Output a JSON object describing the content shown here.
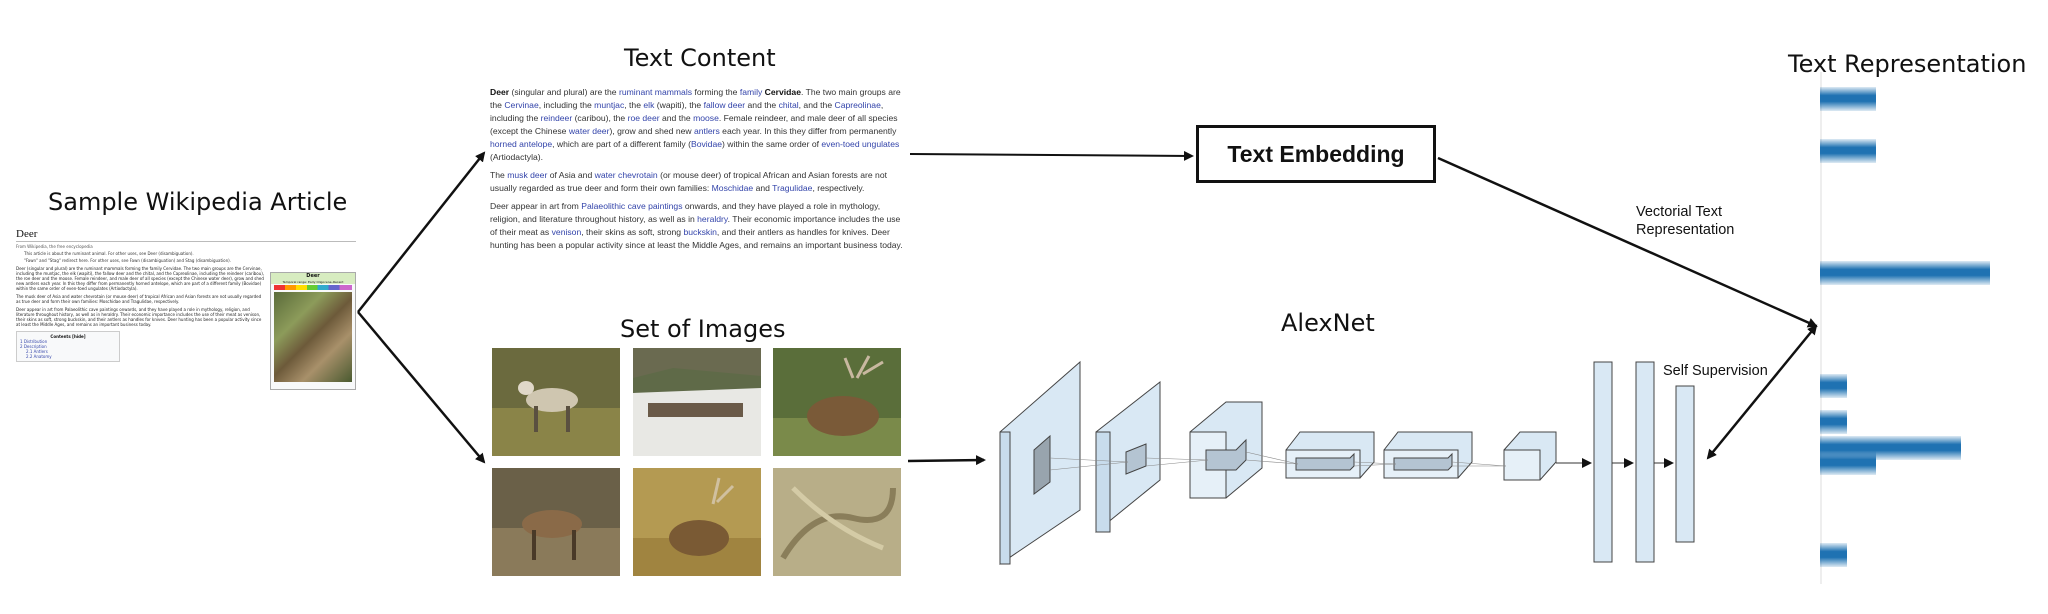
{
  "titles": {
    "sample_article": "Sample Wikipedia Article",
    "text_content": "Text Content",
    "set_of_images": "Set of Images",
    "alexnet": "AlexNet",
    "text_representation": "Text Representation"
  },
  "article": {
    "heading": "Deer",
    "from": "From Wikipedia, the free encyclopedia",
    "hatnote_1": "This article is about the ruminant animal. For other uses, see Deer (disambiguation).",
    "hatnote_2": "\"Fawn\" and \"Stag\" redirect here. For other uses, see Fawn (disambiguation) and Stag (disambiguation).",
    "para_1": "Deer (singular and plural) are the ruminant mammals forming the family Cervidae. The two main groups are the Cervinae, including the muntjac, the elk (wapiti), the fallow deer and the chital, and the Capreolinae, including the reindeer (caribou), the roe deer and the moose. Female reindeer, and male deer of all species (except the Chinese water deer), grow and shed new antlers each year. In this they differ from permanently horned antelope, which are part of a different family (Bovidae) within the same order of even-toed ungulates (Artiodactyla).",
    "para_2": "The musk deer of Asia and water chevrotain (or mouse deer) of tropical African and Asian forests are not usually regarded as true deer and form their own families: Moschidae and Tragulidae, respectively.",
    "para_3": "Deer appear in art from Palaeolithic cave paintings onwards, and they have played a role in mythology, religion, and literature throughout history, as well as in heraldry. Their economic importance includes the use of their meat as venison, their skins as soft, strong buckskin, and their antlers as handles for knives. Deer hunting has been a popular activity since at least the Middle Ages, and remains an important business today.",
    "toc_title": "Contents [hide]",
    "toc_items": [
      "1 Distribution",
      "2 Description",
      "2.1 Antlers",
      "2.2 Anatomy"
    ],
    "infobox_title": "Deer",
    "infobox_subtitle": "Temporal range: Early Oligocene–Recent"
  },
  "text_content": {
    "p1": {
      "lead": "Deer",
      "a": " (singular and plural) are the ",
      "l1": "ruminant mammals",
      "b": " forming the ",
      "l2": "family",
      "c": " ",
      "bold2": "Cervidae",
      "d": ". The two main groups are the ",
      "l3": "Cervinae",
      "e": ", including the ",
      "l4": "muntjac",
      "f": ", the ",
      "l5": "elk",
      "g": " (wapiti), the ",
      "l6": "fallow deer",
      "h": " and the ",
      "l7": "chital",
      "i": ", and the ",
      "l8": "Capreolinae",
      "j": ", including the ",
      "l9": "reindeer",
      "k": " (caribou), the ",
      "l10": "roe deer",
      "m": " and the ",
      "l11": "moose",
      "n": ". Female reindeer, and male deer of all species (except the Chinese ",
      "l12": "water deer",
      "o": "), grow and shed new ",
      "l13": "antlers",
      "p": " each year. In this they differ from permanently ",
      "l14": "horned antelope",
      "q": ", which are part of a different family (",
      "l15": "Bovidae",
      "r": ") within the same order of ",
      "l16": "even-toed ungulates",
      "s": " (Artiodactyla)."
    },
    "p2": {
      "a": "The ",
      "l1": "musk deer",
      "b": " of Asia and ",
      "l2": "water chevrotain",
      "c": " (or mouse deer) of tropical African and Asian forests are not usually regarded as true deer and form their own families: ",
      "l3": "Moschidae",
      "d": " and ",
      "l4": "Tragulidae",
      "e": ", respectively."
    },
    "p3": {
      "a": "Deer appear in art from ",
      "l1": "Palaeolithic cave paintings",
      "b": " onwards, and they have played a role in mythology, religion, and literature throughout history, as well as in ",
      "l2": "heraldry",
      "c": ". Their economic importance includes the use of their meat as ",
      "l3": "venison",
      "d": ", their skins as soft, strong ",
      "l4": "buckskin",
      "e": ", and their antlers as handles for knives. Deer hunting has been a popular activity since at least the Middle Ages, and remains an important business today."
    }
  },
  "embedding_box_label": "Text Embedding",
  "vectorial_label_line1": "Vectorial Text",
  "vectorial_label_line2": "Representation",
  "self_supervision_label": "Self Supervision",
  "images": [
    {
      "name": "reindeer-grass-photo"
    },
    {
      "name": "herd-snow-photo"
    },
    {
      "name": "red-deer-stag-photo"
    },
    {
      "name": "white-tailed-deer-photo"
    },
    {
      "name": "deer-dry-grass-photo"
    },
    {
      "name": "cave-painting-photo"
    }
  ],
  "representation": {
    "color": "#1f72b2",
    "bars": [
      {
        "value": 0.33,
        "position": 0.03
      },
      {
        "value": 0.33,
        "position": 0.13
      },
      {
        "value": 1.0,
        "position": 0.37
      },
      {
        "value": 0.16,
        "position": 0.59
      },
      {
        "value": 0.16,
        "position": 0.66
      },
      {
        "value": 0.83,
        "position": 0.71
      },
      {
        "value": 0.33,
        "position": 0.74
      },
      {
        "value": 0.16,
        "position": 0.92
      }
    ]
  }
}
